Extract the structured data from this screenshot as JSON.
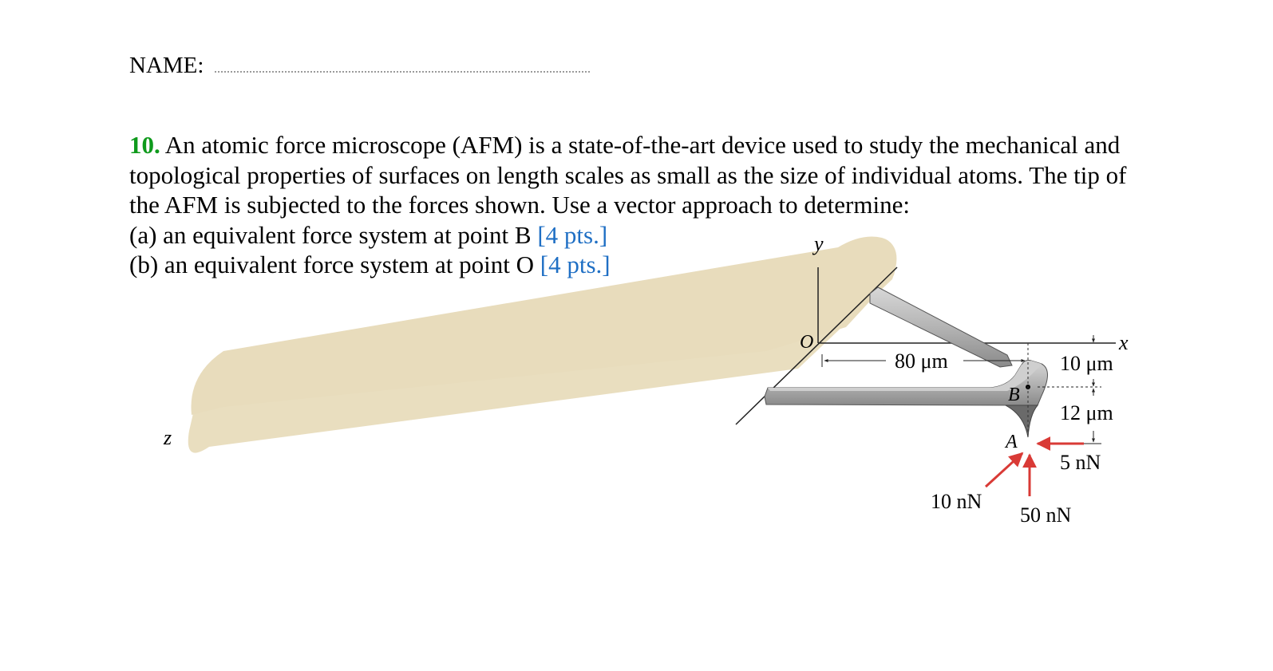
{
  "header": {
    "name_label": "NAME:"
  },
  "problem": {
    "number": "10.",
    "statement": " An atomic force microscope (AFM) is a state-of-the-art device used to study the mechanical and topological properties of surfaces on length scales as small as the size of individual atoms. The tip of the AFM is subjected to the forces shown. Use a vector approach to determine:",
    "parts": [
      {
        "text": "(a) an equivalent force system at point B ",
        "points": "[4 pts.]"
      },
      {
        "text": "(b) an equivalent force system at point O ",
        "points": "[4 pts.]"
      }
    ]
  },
  "figure": {
    "axes": {
      "x": "x",
      "y": "y",
      "z": "z",
      "origin": "O"
    },
    "points": {
      "b": "B",
      "a": "A"
    },
    "dimensions": {
      "length": "80 μm",
      "offset_upper": "10 μm",
      "offset_lower": "12 μm"
    },
    "forces": {
      "horizontal": "5 nN",
      "vertical": "50 nN",
      "inclined": "10 nN"
    },
    "colors": {
      "wall": "#e8dcbc",
      "cantilever": "#b9b9b9",
      "force_arrow": "#d93a36"
    }
  }
}
